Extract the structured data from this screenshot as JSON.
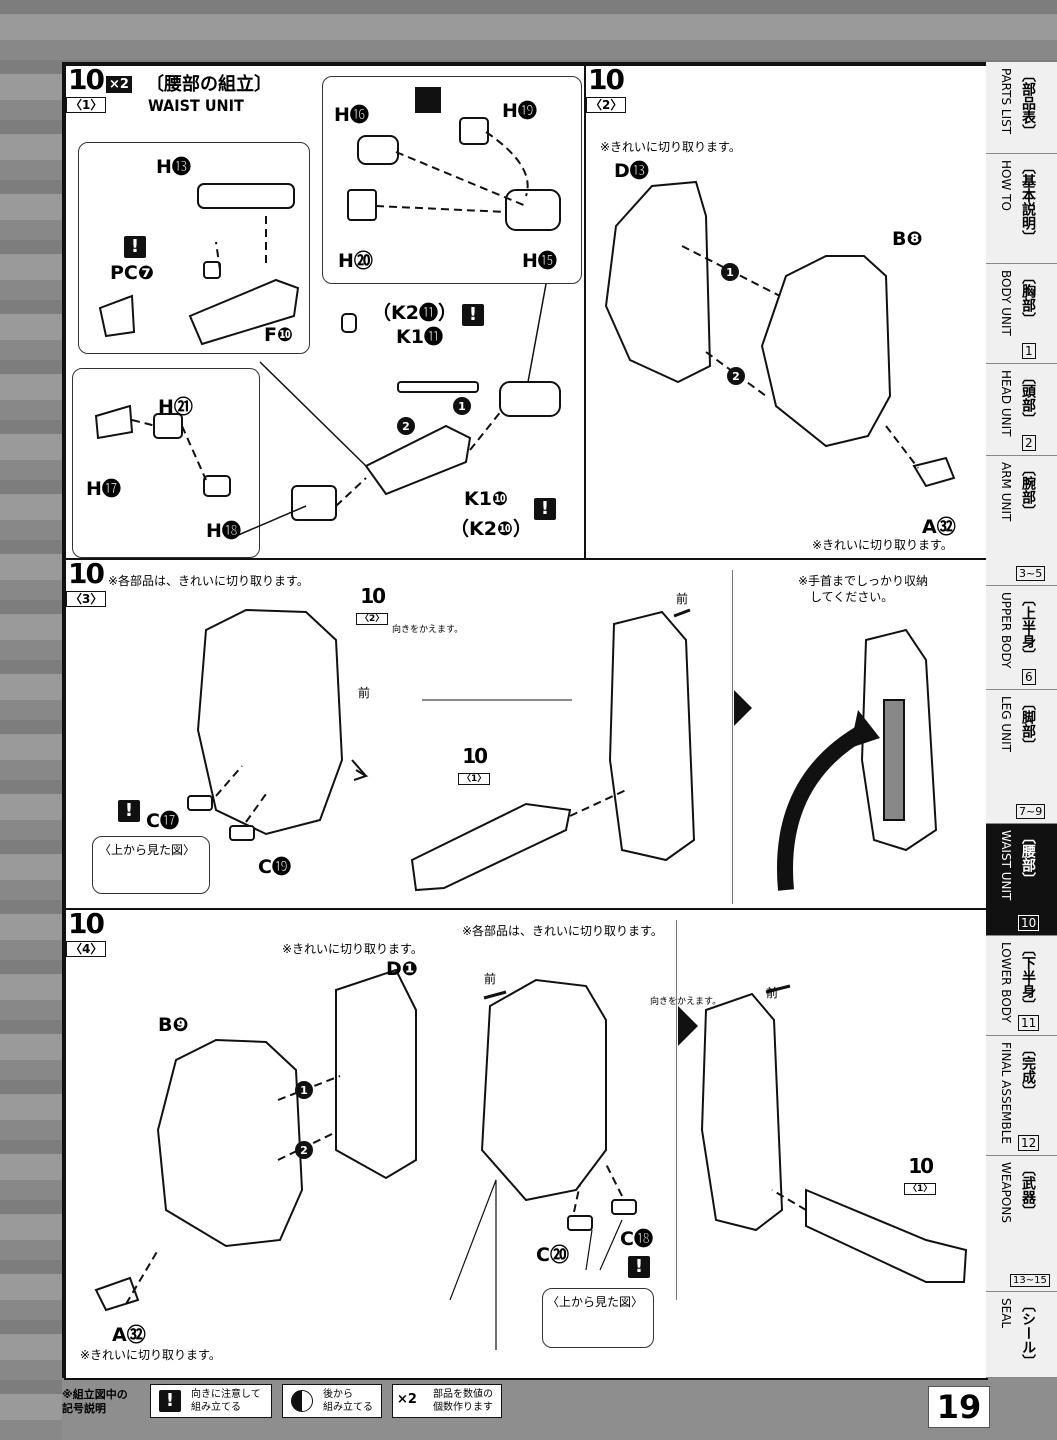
{
  "colors": {
    "ink": "#111111",
    "paper": "#ffffff",
    "grey_part": "#888888",
    "bg": "#8e8e8e"
  },
  "step10_1": {
    "step": "10",
    "sub": "〈1〉",
    "multiplier": "×2",
    "title_jp": "〔腰部の組立〕",
    "title_en": "WAIST UNIT",
    "labels": {
      "h13": "H⓭",
      "pc7": "PC❼",
      "f10": "F❿",
      "h21": "H㉑",
      "h17": "H⓱",
      "h18": "H⓲",
      "h16": "H⓰",
      "h19": "H⓳",
      "h20": "H⑳",
      "h15": "H⓯",
      "k211": "（K2⓫）",
      "k111": "K1⓫",
      "k110": "K1❿",
      "k210": "（K2❿）"
    }
  },
  "step10_2": {
    "step": "10",
    "sub": "〈2〉",
    "note_top": "※きれいに切り取ります。",
    "note_bottom": "※きれいに切り取ります。",
    "labels": {
      "d13": "D⓭",
      "b8": "B❽",
      "a32": "A㉜"
    }
  },
  "step10_3": {
    "step": "10",
    "sub": "〈3〉",
    "note": "※各部品は、きれいに切り取ります。",
    "ref_sub2": "〈2〉",
    "ref_sub1": "〈1〉",
    "front": "前",
    "turn": "向きをかえます。",
    "store_note_1": "※手首までしっかり収納",
    "store_note_2": "してください。",
    "top_view": "〈上から見た図〉",
    "labels": {
      "c17": "C⓱",
      "c19": "C⓳"
    }
  },
  "step10_4": {
    "step": "10",
    "sub": "〈4〉",
    "note_left": "※きれいに切り取ります。",
    "note_mid": "※各部品は、きれいに切り取ります。",
    "note_bottom": "※きれいに切り取ります。",
    "front": "前",
    "turn": "向きをかえます。",
    "top_view": "〈上から見た図〉",
    "ref_sub1": "〈1〉",
    "labels": {
      "d1": "D❶",
      "b9": "B❾",
      "a32": "A㉜",
      "c20": "C⑳",
      "c18": "C⓲"
    }
  },
  "sidebar": [
    {
      "jp": "〔部品表〕",
      "en": "PARTS LIST",
      "num": ""
    },
    {
      "jp": "〔基本説明〕",
      "en": "HOW TO",
      "num": ""
    },
    {
      "jp": "〔胸部〕",
      "en": "BODY UNIT",
      "num": "1"
    },
    {
      "jp": "〔頭部〕",
      "en": "HEAD UNIT",
      "num": "2"
    },
    {
      "jp": "〔腕部〕",
      "en": "ARM UNIT",
      "num": "3~5"
    },
    {
      "jp": "〔上半身〕",
      "en": "UPPER BODY",
      "num": "6"
    },
    {
      "jp": "〔脚部〕",
      "en": "LEG UNIT",
      "num": "7~9"
    },
    {
      "jp": "〔腰部〕",
      "en": "WAIST UNIT",
      "num": "10"
    },
    {
      "jp": "〔下半身〕",
      "en": "LOWER BODY",
      "num": "11"
    },
    {
      "jp": "〔完成〕",
      "en": "FINAL ASSEMBLE",
      "num": "12"
    },
    {
      "jp": "〔武器〕",
      "en": "WEAPONS",
      "num": "13~15"
    },
    {
      "jp": "〔シール〕",
      "en": "SEAL",
      "num": ""
    }
  ],
  "legend": {
    "title_1": "※組立図中の",
    "title_2": "記号説明",
    "item1_1": "向きに注意して",
    "item1_2": "組み立てる",
    "item2_1": "後から",
    "item2_2": "組み立てる",
    "item3_1": "部品を数値の",
    "item3_2": "個数作ります",
    "x2": "×2"
  },
  "page_number": "19"
}
